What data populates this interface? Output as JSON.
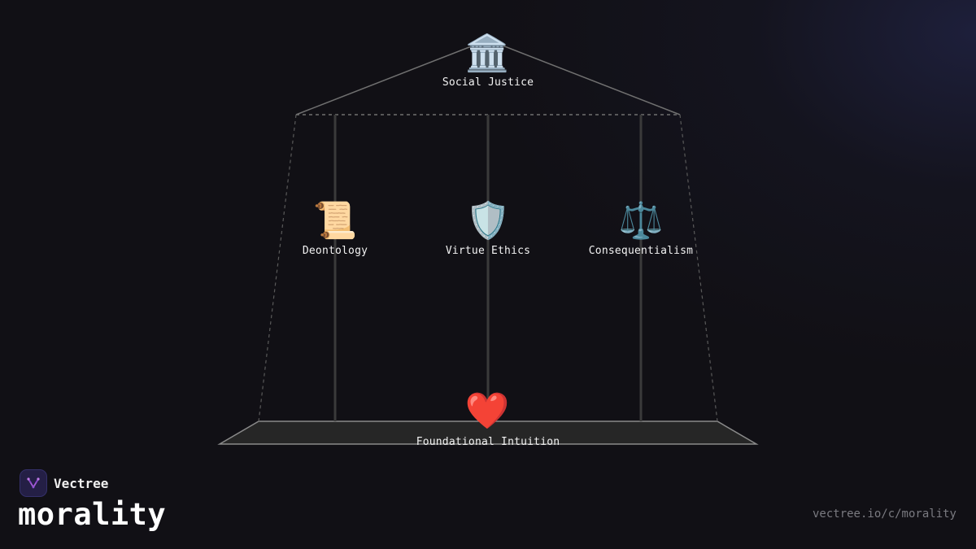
{
  "diagram": {
    "nodes": [
      {
        "id": "social-justice",
        "label": "Social Justice",
        "icon": "classical-building-icon",
        "glyph": "🏛️"
      },
      {
        "id": "deontology",
        "label": "Deontology",
        "icon": "scroll-icon",
        "glyph": "📜"
      },
      {
        "id": "virtue-ethics",
        "label": "Virtue Ethics",
        "icon": "shield-icon",
        "glyph": "🛡️"
      },
      {
        "id": "consequentialism",
        "label": "Consequentialism",
        "icon": "scales-icon",
        "glyph": "⚖️"
      },
      {
        "id": "foundational-intuition",
        "label": "Foundational Intuition",
        "icon": "heart-icon",
        "glyph": "❤️"
      }
    ]
  },
  "brand": {
    "name": "Vectree",
    "logo_icon": "vectree-logo-icon"
  },
  "page": {
    "title": "morality",
    "url": "vectree.io/c/morality"
  },
  "colors": {
    "background": "#111015",
    "accent_glow": "#282c5a",
    "structure_line": "#6e6e6e",
    "pillar": "#3a3a3a",
    "base_fill": "#262626",
    "label": "#f2f2f2",
    "url": "#7a7a80",
    "logo_bg": "#241f45",
    "logo_mark": "#a35bd6"
  }
}
